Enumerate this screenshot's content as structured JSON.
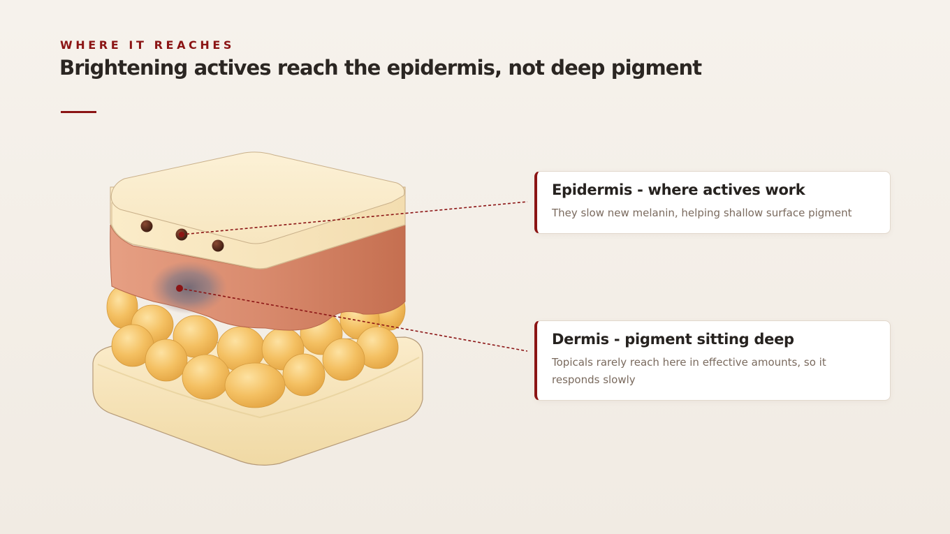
{
  "header": {
    "eyebrow": "WHERE IT REACHES",
    "title": "Brightening actives reach the epidermis, not deep pigment"
  },
  "callouts": [
    {
      "title": "Epidermis - where actives work",
      "body": "They slow new melanin, helping shallow surface pigment"
    },
    {
      "title": "Dermis - pigment sitting deep",
      "body": "Topicals rarely reach here in effective amounts, so it responds slowly"
    }
  ],
  "colors": {
    "accent": "#8b1414",
    "epidermis": "#f6e6c2",
    "dermis": "#cf7f62",
    "fat": "#f2bd5a",
    "base": "#f5deaa",
    "deep_pigment": "#8a7c86",
    "surface_pigment": "#5a2a1a"
  }
}
